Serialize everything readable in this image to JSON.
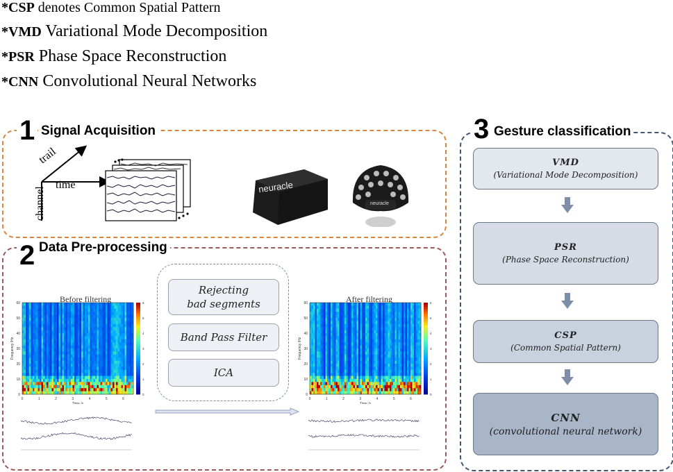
{
  "abbreviations": [
    {
      "key": "*CSP",
      "text": " denotes Common Spatial Pattern"
    },
    {
      "key": "*VMD",
      "text": " Variational Mode Decomposition"
    },
    {
      "key": "*PSR",
      "text": " Phase Space Reconstruction"
    },
    {
      "key": "*CNN",
      "text": " Convolutional Neural Networks"
    }
  ],
  "section1": {
    "number": "1",
    "title": "Signal Acquisition",
    "axes": {
      "trail": "trail",
      "time": "time",
      "channel": "channel"
    },
    "device_brand": "neuracle",
    "cap_brand": "neuracle",
    "border_color": "#d9863c"
  },
  "section2": {
    "number": "2",
    "title": "Data Pre-processing",
    "before_title": "Before filtering",
    "after_title": "After filtering",
    "ylabel": "Frequency /Hz",
    "xlabel": "Time /s",
    "y_ticks": [
      "60",
      "50",
      "40",
      "30",
      "20",
      "10",
      "0"
    ],
    "x_ticks": [
      "0",
      "1",
      "2",
      "3",
      "4",
      "5",
      "6"
    ],
    "before_colorbar_ticks": [
      "6",
      "5",
      "4",
      "3",
      "2",
      "1",
      "0"
    ],
    "after_colorbar_ticks": [
      "6",
      "5",
      "4",
      "3",
      "2",
      "1",
      "0"
    ],
    "steps": [
      {
        "label": "Rejecting bad segments",
        "line1": "Rejecting",
        "line2": "bad segments"
      },
      {
        "label": "Band Pass Filter"
      },
      {
        "label": "ICA"
      }
    ],
    "border_color": "#9b5a5a"
  },
  "section3": {
    "number": "3",
    "title": "Gesture classification",
    "steps": [
      {
        "title": "VMD",
        "subtitle": "(Variational Mode Decomposition)"
      },
      {
        "title": "PSR",
        "subtitle": "(Phase Space Reconstruction)"
      },
      {
        "title": "CSP",
        "subtitle": "(Common Spatial Pattern)"
      },
      {
        "title": "CNN",
        "subtitle": "(convolutional neural network)"
      }
    ],
    "border_color": "#3f5570"
  }
}
